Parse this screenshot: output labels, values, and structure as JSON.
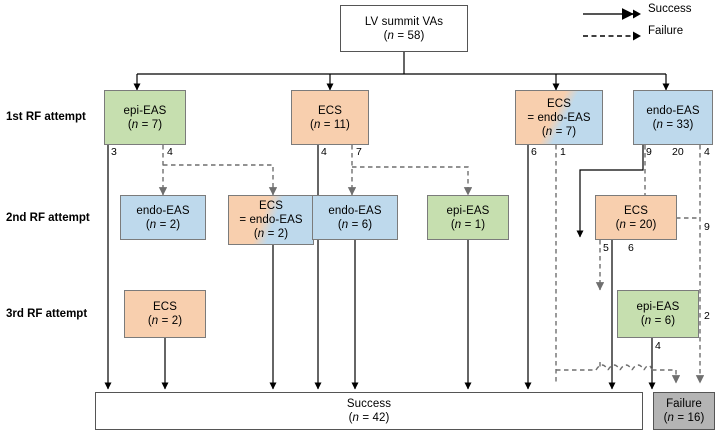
{
  "figure": {
    "type": "flowchart",
    "title": "LV summit VAs ablation outcome flow"
  },
  "legend": {
    "success_label": "Success",
    "failure_label": "Failure"
  },
  "row_labels": [
    {
      "id": "row1",
      "text": "1st RF attempt"
    },
    {
      "id": "row2",
      "text": "2nd RF attempt"
    },
    {
      "id": "row3",
      "text": "3rd RF attempt"
    }
  ],
  "nodes": {
    "root": {
      "line1": "LV summit VAs",
      "line2": "(n = 58)",
      "color": "white"
    },
    "r1_epi": {
      "line1": "epi-EAS",
      "line2": "(n = 7)",
      "color": "green"
    },
    "r1_ecs": {
      "line1": "ECS",
      "line2": "(n = 11)",
      "color": "orange"
    },
    "r1_both": {
      "line1": "ECS",
      "line2": "= endo-EAS",
      "line3": "(n = 7)",
      "color": "orange-blue-split"
    },
    "r1_endo": {
      "line1": "endo-EAS",
      "line2": "(n = 33)",
      "color": "blue"
    },
    "r2_endo2": {
      "line1": "endo-EAS",
      "line2": "(n = 2)",
      "color": "blue"
    },
    "r2_both2": {
      "line1": "ECS",
      "line2": "= endo-EAS",
      "line3": "(n = 2)",
      "color": "orange-blue-split"
    },
    "r2_endo6": {
      "line1": "endo-EAS",
      "line2": "(n = 6)",
      "color": "blue"
    },
    "r2_epi1": {
      "line1": "epi-EAS",
      "line2": "(n = 1)",
      "color": "green"
    },
    "r2_ecs20": {
      "line1": "ECS",
      "line2": "(n = 20)",
      "color": "orange"
    },
    "r3_ecs2": {
      "line1": "ECS",
      "line2": "(n = 2)",
      "color": "orange"
    },
    "r3_epi6": {
      "line1": "epi-EAS",
      "line2": "(n = 6)",
      "color": "green"
    },
    "success": {
      "line1": "Success",
      "line2": "(n = 42)",
      "color": "white"
    },
    "failure": {
      "line1": "Failure",
      "line2": "(n = 16)",
      "color": "grey"
    }
  },
  "edge_labels": [
    {
      "id": "e-epi-success",
      "text": "3"
    },
    {
      "id": "e-epi-fail",
      "text": "4"
    },
    {
      "id": "e-ecs11-success",
      "text": "4"
    },
    {
      "id": "e-ecs11-fail",
      "text": "7"
    },
    {
      "id": "e-both7-success",
      "text": "6"
    },
    {
      "id": "e-both7-fail",
      "text": "1"
    },
    {
      "id": "e-endo33-success",
      "text": "9"
    },
    {
      "id": "e-endo33-fail",
      "text": "20"
    },
    {
      "id": "e-endo33-fail2",
      "text": "4"
    },
    {
      "id": "e-ecs20-success",
      "text": "5"
    },
    {
      "id": "e-ecs20-fail",
      "text": "6"
    },
    {
      "id": "e-endo33-right",
      "text": "9"
    },
    {
      "id": "e-epi6-success",
      "text": "4"
    },
    {
      "id": "e-epi6-fail",
      "text": "2"
    }
  ],
  "colors": {
    "green": "#c6dfaf",
    "orange": "#f8cfae",
    "blue": "#bed9ec",
    "grey": "#b4b4b4",
    "white": "#ffffff",
    "node_border": "#7b7b7b",
    "success_line": "#000000",
    "failure_line": "#808080"
  }
}
